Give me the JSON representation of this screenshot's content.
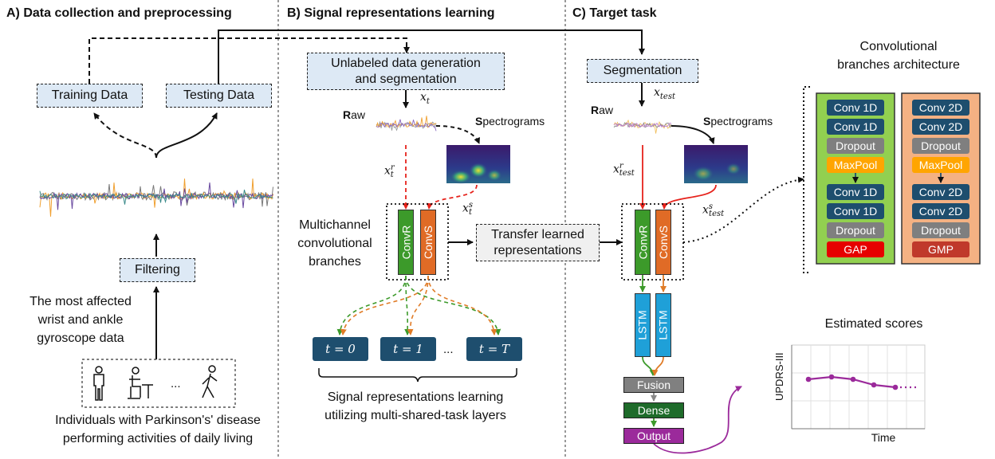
{
  "panels": {
    "a_title": "A) Data collection and preprocessing",
    "b_title": "B) Signal representations learning",
    "c_title": "C) Target task"
  },
  "panel_a": {
    "training": "Training Data",
    "testing": "Testing Data",
    "filtering": "Filtering",
    "gyro_text": [
      "The most affected",
      "wrist and ankle",
      "gyroscope data"
    ],
    "ellipsis": "...",
    "individuals": [
      "Individuals with Parkinson's' disease",
      "performing activities of daily living"
    ]
  },
  "panel_b": {
    "unlabeled": [
      "Unlabeled data generation",
      "and segmentation"
    ],
    "xt": "x",
    "xt_sub": "t",
    "raw_bold": "R",
    "raw_rest": "aw",
    "spec_bold": "S",
    "spec_rest": "pectrograms",
    "xr": "x",
    "xr_sup": "r",
    "xr_sub": "t",
    "xs": "x",
    "xs_sup": "s",
    "xs_sub": "t",
    "multichannel": [
      "Multichannel",
      "convolutional",
      "branches"
    ],
    "convr": "ConvR",
    "convs": "ConvS",
    "tokens": [
      "t = 0",
      "t = 1",
      "t = T"
    ],
    "token_dots": "...",
    "caption": [
      "Signal representations learning",
      "utilizing multi-shared-task layers"
    ]
  },
  "transfer": [
    "Transfer learned",
    "representations"
  ],
  "panel_c": {
    "segmentation": "Segmentation",
    "xtest": "x",
    "xtest_sub": "test",
    "raw_bold": "R",
    "raw_rest": "aw",
    "spec_bold": "S",
    "spec_rest": "pectrograms",
    "xr": "x",
    "xr_sup": "r",
    "xr_sub": "test",
    "xs": "x",
    "xs_sup": "s",
    "xs_sub": "test",
    "convr": "ConvR",
    "convs": "ConvS",
    "lstm": "LSTM",
    "fusion": "Fusion",
    "dense": "Dense",
    "output": "Output"
  },
  "architecture": {
    "title": [
      "Convolutional",
      "branches architecture"
    ],
    "branch_1d": [
      "Conv 1D",
      "Conv 1D",
      "Dropout",
      "MaxPool",
      "Conv 1D",
      "Conv 1D",
      "Dropout",
      "GAP"
    ],
    "branch_2d": [
      "Conv 2D",
      "Conv 2D",
      "Dropout",
      "MaxPool",
      "Conv 2D",
      "Conv 2D",
      "Dropout",
      "GMP"
    ]
  },
  "scores_plot": {
    "title": "Estimated scores",
    "ylabel": "UPDRS-III",
    "xlabel": "Time"
  },
  "colors": {
    "conv": "#1e4e6e",
    "dropout": "#7f7f7f",
    "maxpool": "#ffa500",
    "gap": "#e60000",
    "gmp": "#c0392b",
    "branch_1d_bg": "#92d050",
    "branch_2d_bg": "#f4b183",
    "convr": "#3c9a2a",
    "convs": "#e06b26",
    "lstm": "#1fa0d8",
    "fusion": "#808080",
    "dense": "#1e6b2a",
    "output": "#9b2a9b",
    "red_arrow": "#e6221b"
  }
}
